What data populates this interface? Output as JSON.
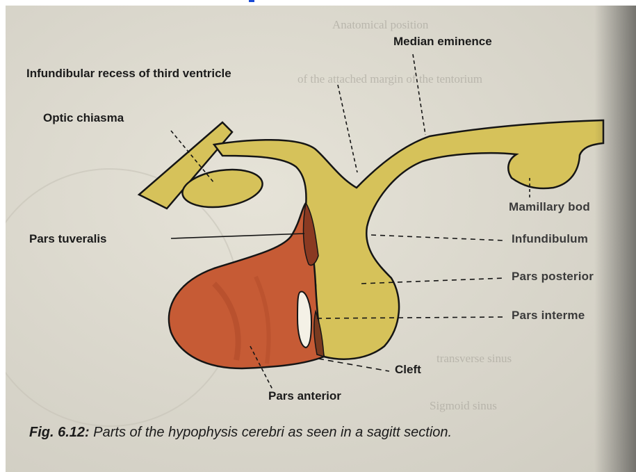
{
  "labels": {
    "median_eminence": "Median eminence",
    "infundibular_recess": "Infundibular recess of third ventricle",
    "optic_chiasma": "Optic chiasma",
    "pars_tuveralis": "Pars tuveralis",
    "mamillary_body": "Mamillary bod",
    "infundibulum": "Infundibulum",
    "pars_posterior": "Pars posterior",
    "pars_intermedia": "Pars interme",
    "cleft": "Cleft",
    "pars_anterior": "Pars anterior"
  },
  "caption": {
    "fig_number": "Fig. 6.12:",
    "text": "Parts of the hypophysis cerebri as seen in a sagitt section."
  },
  "colors": {
    "neural_yellow": "#d6c25a",
    "anterior_red": "#c65b35",
    "outline": "#151515"
  }
}
